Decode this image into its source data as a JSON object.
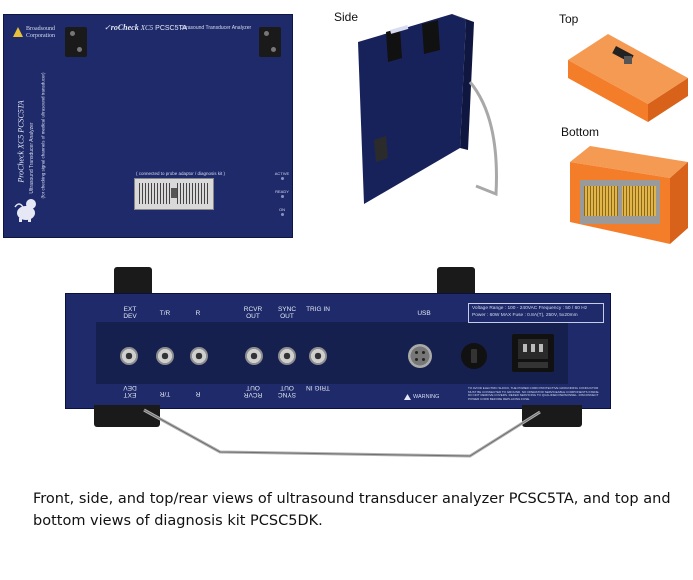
{
  "views": {
    "side_label": "Side",
    "top_label": "Top",
    "bottom_label": "Bottom"
  },
  "front_panel": {
    "company_name": "Broadsound Corporation",
    "brand_prefix": "roCheck",
    "brand_suffix": "XC5",
    "model": "PCSC5TA",
    "product_name": "Ultrasound Transducer Analyzer",
    "vertical_model": "ProCheck XC5 PCSC5TA",
    "vertical_product": "Ultrasound Transducer Analyzer",
    "vertical_note": "(for checking signal channels of medical ultrasound transducer)",
    "connector_caption": "( connected to probe adaptor / diagnosis kit )",
    "indicators": [
      "ACTIVE",
      "READY",
      "ON"
    ]
  },
  "rear_panel": {
    "ports_top": [
      "EXT DEV",
      "T/R",
      "R",
      "RCVR OUT",
      "SYNC OUT",
      "TRIG IN"
    ],
    "ports_bottom": [
      "EXT DEV",
      "T/R",
      "R",
      "RCVR OUT",
      "SYNC OUT",
      "TRIG IN"
    ],
    "usb_label": "USB",
    "spec_line1": "Voltage Range : 100 - 240VAC  Frequency : 50 / 60 Hz",
    "spec_line2": "Power : 60W MAX   Fuse : 0.8A(T), 250V, 5x20mm",
    "warning_label": "WARNING",
    "warning_text": "TO AVOID ELECTRIC SHOCK, THE POWER CORD PROTECTIVE GROUNDING CONDUCTOR MUST BE CONNECTED TO GROUND. NO OPERATOR SERVICEABLE COMPONENTS INSIDE. DO NOT REMOVE COVERS. REFER SERVICING TO QUALIFIED PERSONNEL. DISCONNECT POWER CORD BEFORE REPLACING FUSE."
  },
  "caption": {
    "line1": "Front, side, and top/rear views of ultrasound transducer analyzer PCSC5TA, and top and",
    "line2": "bottom views of diagnosis kit PCSC5DK."
  },
  "colors": {
    "navy": "#1e2a6a",
    "orange": "#f47d2a",
    "metal": "#a8a8a8"
  }
}
